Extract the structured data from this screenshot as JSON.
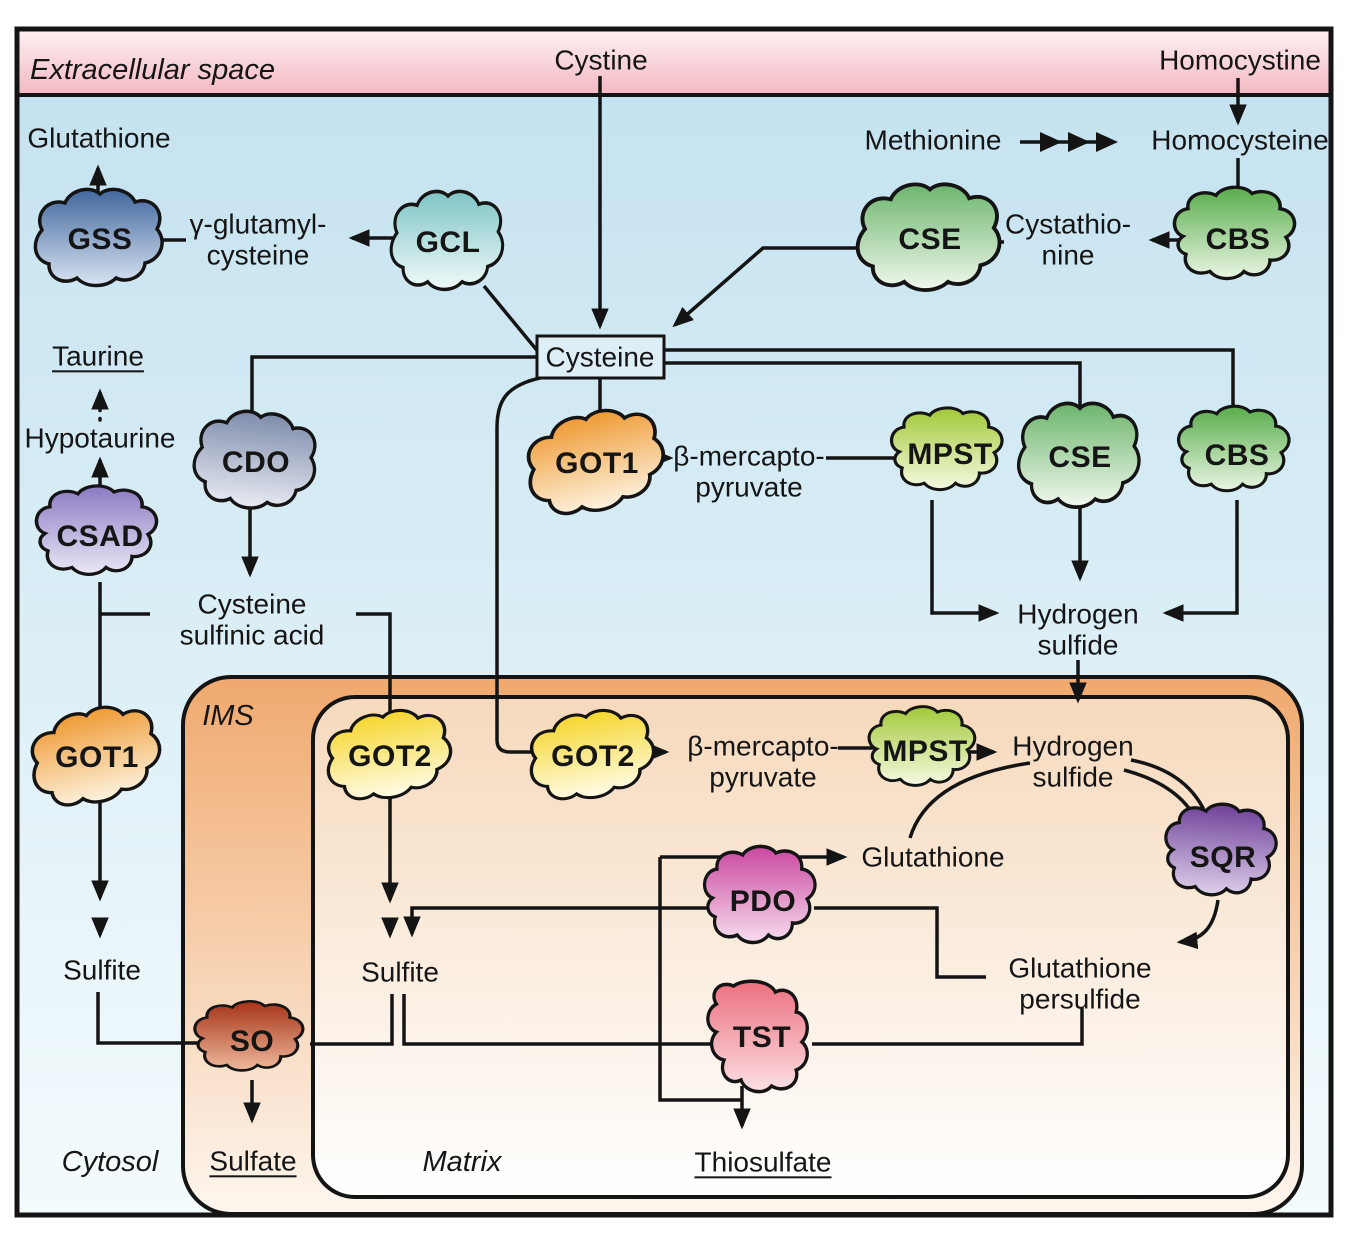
{
  "compartments": {
    "extracellular": "Extracellular space",
    "cytosol": "Cytosol",
    "ims": "IMS",
    "matrix": "Matrix"
  },
  "colors": {
    "extracellular_top": "#fdeff1",
    "extracellular_bottom": "#f3b9c3",
    "cytosol_top": "#c2e1ef",
    "cytosol_bottom": "#f4fbfd",
    "ims_top": "#f0a96e",
    "ims_bottom": "#fdf6ee",
    "matrix_top": "#f6d9bc",
    "matrix_bottom": "#ffffff",
    "line": "#141414"
  },
  "metabolites": {
    "cystine": "Cystine",
    "homocystine": "Homocystine",
    "glutathione_cytosol": "Glutathione",
    "gamma_glutamyl_cysteine": "γ-glutamyl-\ncysteine",
    "methionine": "Methionine",
    "homocysteine": "Homocysteine",
    "cystathionine": "Cystathio-\nnine",
    "cysteine": "Cysteine",
    "taurine": "Taurine",
    "hypotaurine": "Hypotaurine",
    "cysteine_sulfinic_acid": "Cysteine\nsulfinic acid",
    "beta_mercaptopyruvate_cytosol": "β-mercapto-\npyruvate",
    "hydrogen_sulfide_cytosol": "Hydrogen\nsulfide",
    "sulfite_cytosol": "Sulfite",
    "beta_mercaptopyruvate_matrix": "β-mercapto-\npyruvate",
    "hydrogen_sulfide_matrix": "Hydrogen\nsulfide",
    "glutathione_matrix": "Glutathione",
    "glutathione_persulfide": "Glutathione\npersulfide",
    "sulfite_matrix": "Sulfite",
    "sulfate": "Sulfate",
    "thiosulfate": "Thiosulfate"
  },
  "enzymes": {
    "gss": {
      "label": "GSS",
      "color_top": "#41679e",
      "color_bottom": "#d9e4f1"
    },
    "gcl": {
      "label": "GCL",
      "color_top": "#7fc4c5",
      "color_bottom": "#f0fafa"
    },
    "cse": {
      "label": "CSE",
      "color_top": "#6cb56c",
      "color_bottom": "#f1f8ee"
    },
    "cbs": {
      "label": "CBS",
      "color_top": "#58ad4a",
      "color_bottom": "#eaf5e4"
    },
    "cdo": {
      "label": "CDO",
      "color_top": "#7e8cab",
      "color_bottom": "#e9ecf3"
    },
    "got1": {
      "label": "GOT1",
      "color_top": "#ef9a34",
      "color_bottom": "#fdf3e0"
    },
    "mpst": {
      "label": "MPST",
      "color_top": "#a2c838",
      "color_bottom": "#f5fae2"
    },
    "csad": {
      "label": "CSAD",
      "color_top": "#8a7ac2",
      "color_bottom": "#ebe7f6"
    },
    "got2": {
      "label": "GOT2",
      "color_top": "#f6d62e",
      "color_bottom": "#fffce9"
    },
    "sqr": {
      "label": "SQR",
      "color_top": "#6f4099",
      "color_bottom": "#ddd0ea"
    },
    "pdo": {
      "label": "PDO",
      "color_top": "#c9479f",
      "color_bottom": "#f7dded"
    },
    "tst": {
      "label": "TST",
      "color_top": "#ec6f7e",
      "color_bottom": "#fce0e4"
    },
    "so": {
      "label": "SO",
      "color_top": "#a63317",
      "color_bottom": "#eeb99c"
    }
  }
}
